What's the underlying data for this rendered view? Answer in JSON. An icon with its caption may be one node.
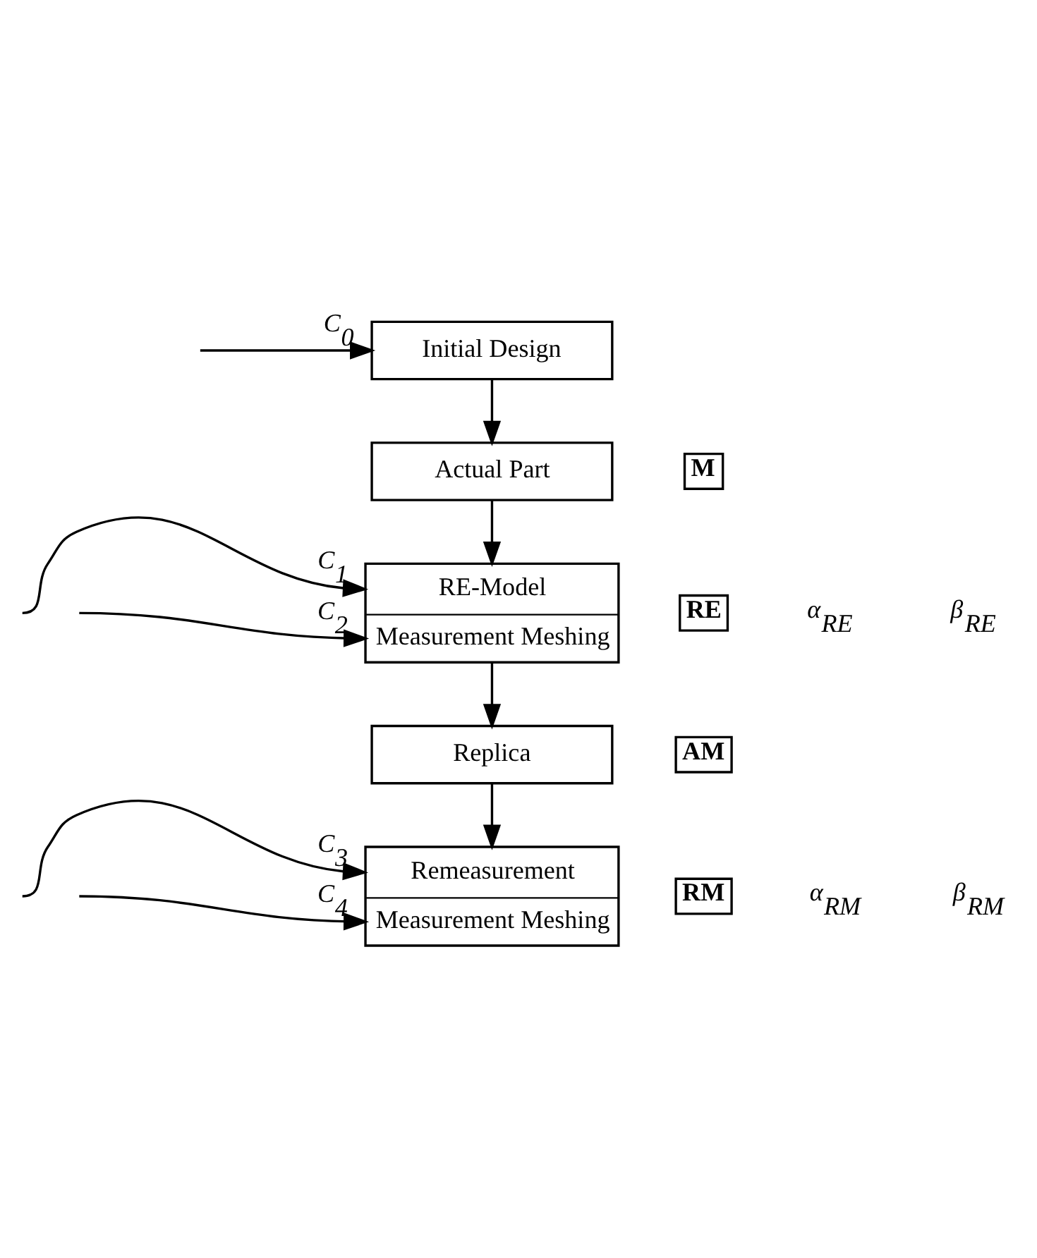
{
  "diagram": {
    "nodes": [
      {
        "text": [
          "Initial Design"
        ]
      },
      {
        "text": [
          "Actual Part"
        ]
      },
      {
        "text": [
          "RE-Model",
          "Measurement Meshing"
        ]
      },
      {
        "text": [
          "Replica"
        ]
      },
      {
        "text": [
          "Remeasurement",
          "Measurement Meshing"
        ]
      },
      {
        "text": [
          "M"
        ]
      },
      {
        "text": [
          "RE"
        ]
      },
      {
        "text": [
          "AM"
        ]
      },
      {
        "text": [
          "RM"
        ]
      }
    ],
    "edges": [
      {
        "from": null,
        "to": 0,
        "arrow": "to",
        "label": "C$_{0}$"
      },
      {
        "from": 0,
        "to": 1,
        "arrow": "to"
      },
      {
        "from": 1,
        "to": 2,
        "arrow": "to"
      },
      {
        "from": null,
        "to": 2,
        "arrow": "to",
        "label": "C$_{1}$"
      },
      {
        "from": null,
        "to": 2,
        "arrow": "to",
        "label": "C$_{2}$"
      },
      {
        "from": 2,
        "to": 3,
        "arrow": "to"
      },
      {
        "from": 3,
        "to": 4,
        "arrow": "to"
      },
      {
        "from": null,
        "to": 4,
        "arrow": "to",
        "label": "C$_{3}$"
      },
      {
        "from": null,
        "to": 4,
        "arrow": "to",
        "label": "C$_{4}$"
      }
    ],
    "labels": [
      "α$_{RE}$",
      "β$_{RE}$",
      "α$_{RM}$",
      "β$_{RM}$"
    ]
  }
}
